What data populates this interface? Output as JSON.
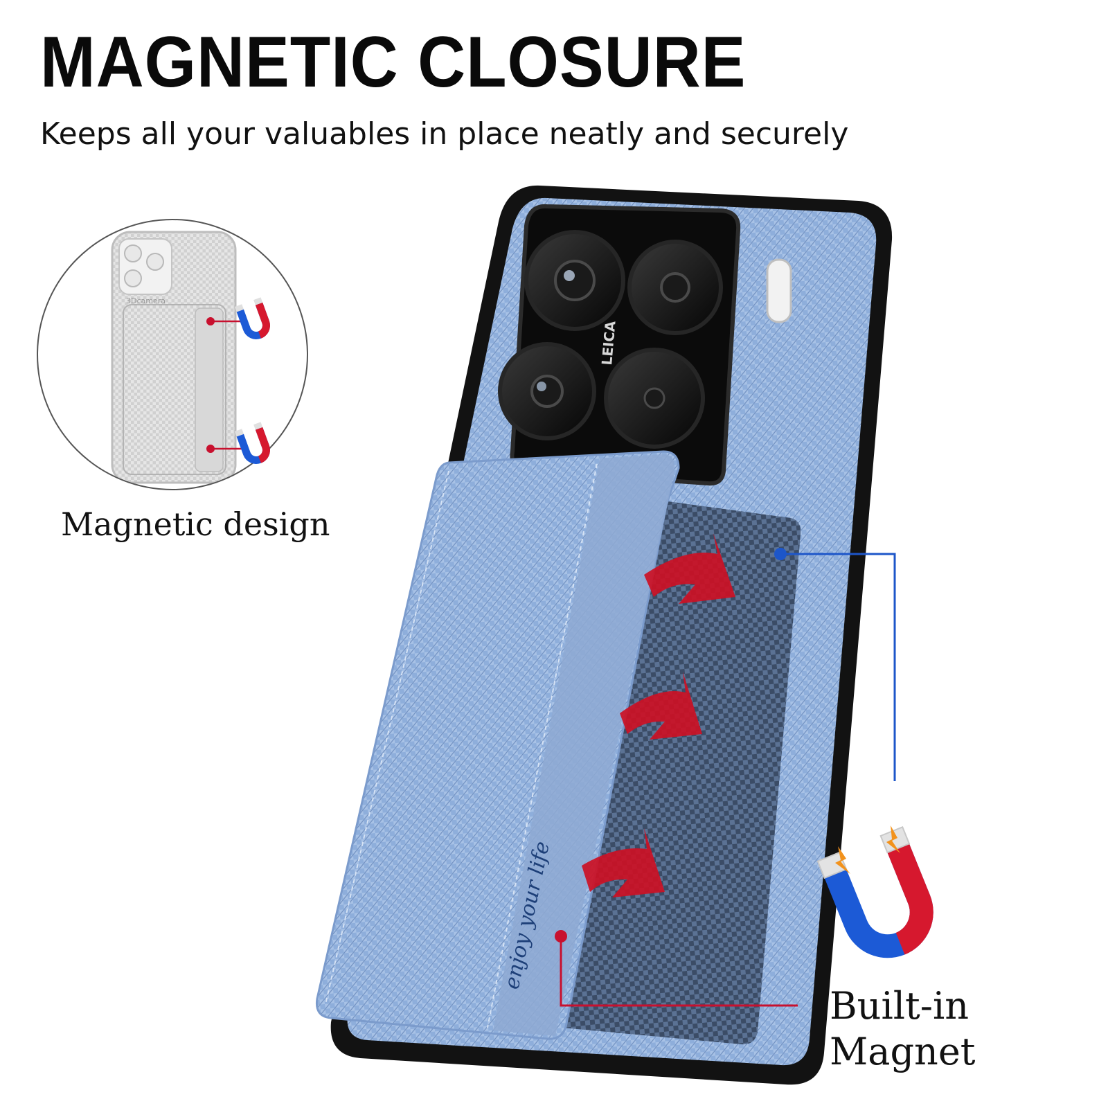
{
  "headline": "MAGNETIC CLOSURE",
  "subheadline": "Keeps all your valuables in place neatly and securely",
  "inset": {
    "label": "Magnetic design",
    "camera_text": "3Dcamera"
  },
  "callout": {
    "line1": "Built-in",
    "line2": "Magnet"
  },
  "product": {
    "camera_brand": "LEICA",
    "wallet_text": "enjoy your life"
  },
  "colors": {
    "case_blue": "#8fb0dc",
    "bumper": "#121212",
    "arrow_red": "#cc1024",
    "leader_blue": "#1d56c9",
    "leader_red": "#c8102e",
    "magnet_red": "#d6182e",
    "magnet_blue": "#1c5ad6",
    "spark_orange": "#f2921c"
  },
  "icons": [
    "magnet-icon",
    "arrow-icon",
    "spark-icon"
  ]
}
